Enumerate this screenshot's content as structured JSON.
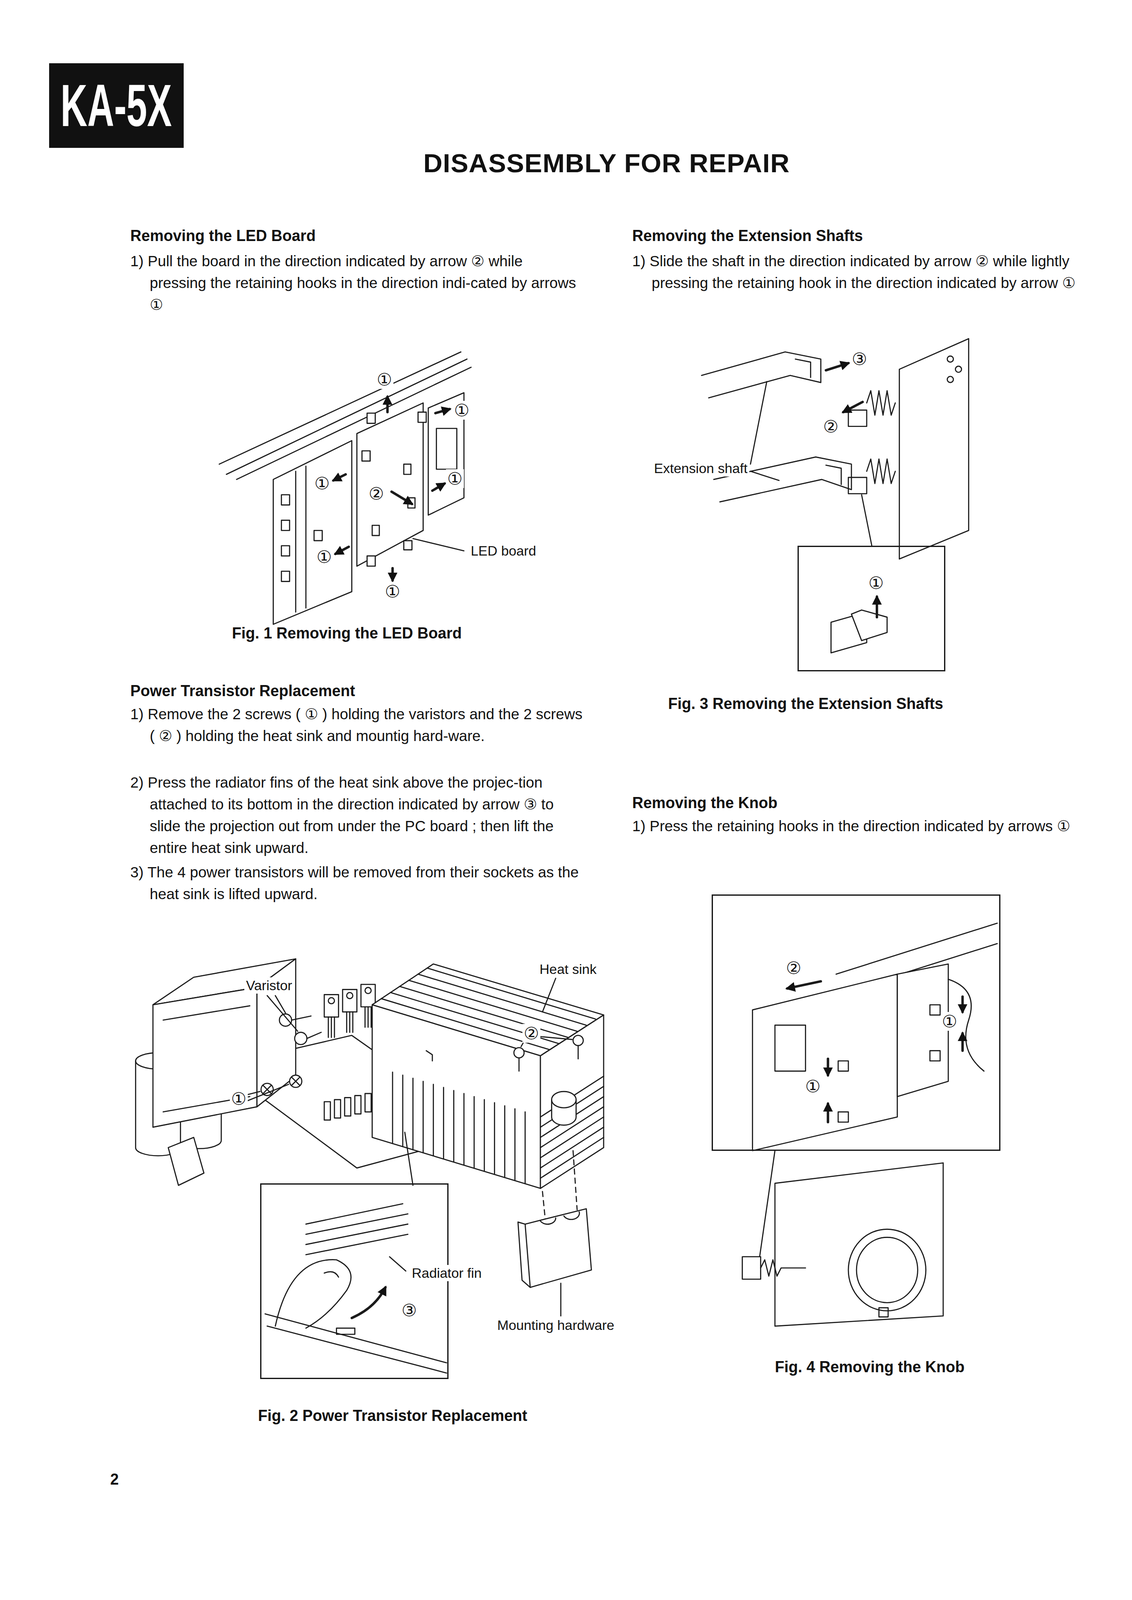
{
  "diagram": {
    "title": "DISASSEMBLY FOR REPAIR",
    "nodes": [
      {
        "text": [
          "KA-5X"
        ]
      },
      {
        "text": [
          "③"
        ]
      },
      {
        "text": [
          "①"
        ]
      },
      {
        "text": [
          "②",
          "①",
          "①"
        ]
      }
    ],
    "labels": [
      "Removing the LED Board",
      "1) Pull the board in the direction indicated by arrow ② while pressing the retaining hooks in the direction indi-cated by arrows ①",
      "①",
      "①",
      "①",
      "②",
      "①",
      "①",
      "①",
      "LED board",
      "Fig. 1 Removing the LED Board",
      "Power Transistor Replacement",
      "1) Remove the 2 screws ( ① ) holding the varistors and the 2 screws ( ② ) holding the heat sink and mountig hard-ware.",
      "2) Press the radiator fins of the heat sink above the projec-tion attached to its bottom in the direction indicated by arrow ③ to slide the projection out from under the PC board ; then lift the entire heat sink upward.",
      "3) The 4 power transistors will be removed from their sockets as the heat sink is lifted upward.",
      "Varistor",
      "①",
      "Heat sink",
      "②",
      "Radiator fin",
      "Mounting hardware",
      "Fig. 2 Power Transistor Replacement",
      "2",
      "Removing the Extension Shafts",
      "1) Slide the shaft in the direction indicated by arrow ② while lightly pressing the retaining hook in the direction indicated by arrow ①",
      "③",
      "②",
      "Extension shaft",
      "Fig. 3 Removing the Extension Shafts",
      "Removing the Knob",
      "1) Press the retaining hooks in the direction indicated by arrows ①",
      "Fig. 4 Removing the Knob"
    ]
  }
}
